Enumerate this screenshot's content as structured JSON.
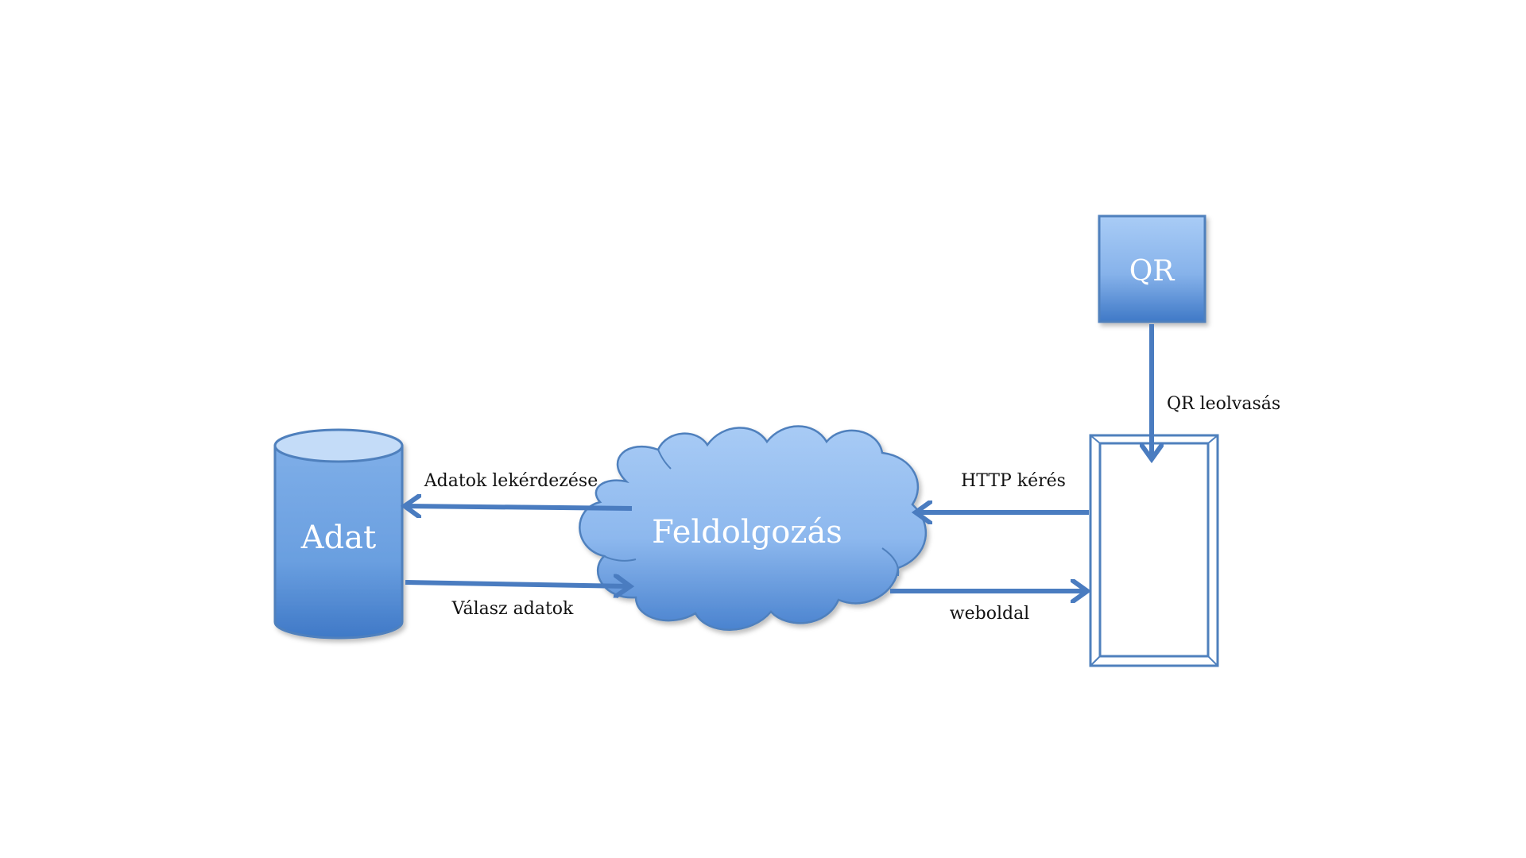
{
  "nodes": {
    "database": {
      "label": "Adat",
      "shape": "cylinder"
    },
    "processing": {
      "label": "Feldolgozás",
      "shape": "cloud"
    },
    "qr": {
      "label": "QR",
      "shape": "box"
    },
    "phone": {
      "label": "",
      "shape": "device"
    }
  },
  "edges": {
    "query": {
      "label": "Adatok lekérdezése",
      "from": "processing",
      "to": "database"
    },
    "response": {
      "label": "Válasz adatok",
      "from": "database",
      "to": "processing"
    },
    "http_request": {
      "label": "HTTP kérés",
      "from": "phone",
      "to": "processing"
    },
    "webpage": {
      "label": "weboldal",
      "from": "processing",
      "to": "phone"
    },
    "qr_scan": {
      "label": "QR leolvasás",
      "from": "qr",
      "to": "phone"
    }
  },
  "colors": {
    "accent_dark": "#3f76c3",
    "accent_light": "#9ec3f3",
    "arrow": "#4a7cc0",
    "outline": "#4f80bd"
  }
}
